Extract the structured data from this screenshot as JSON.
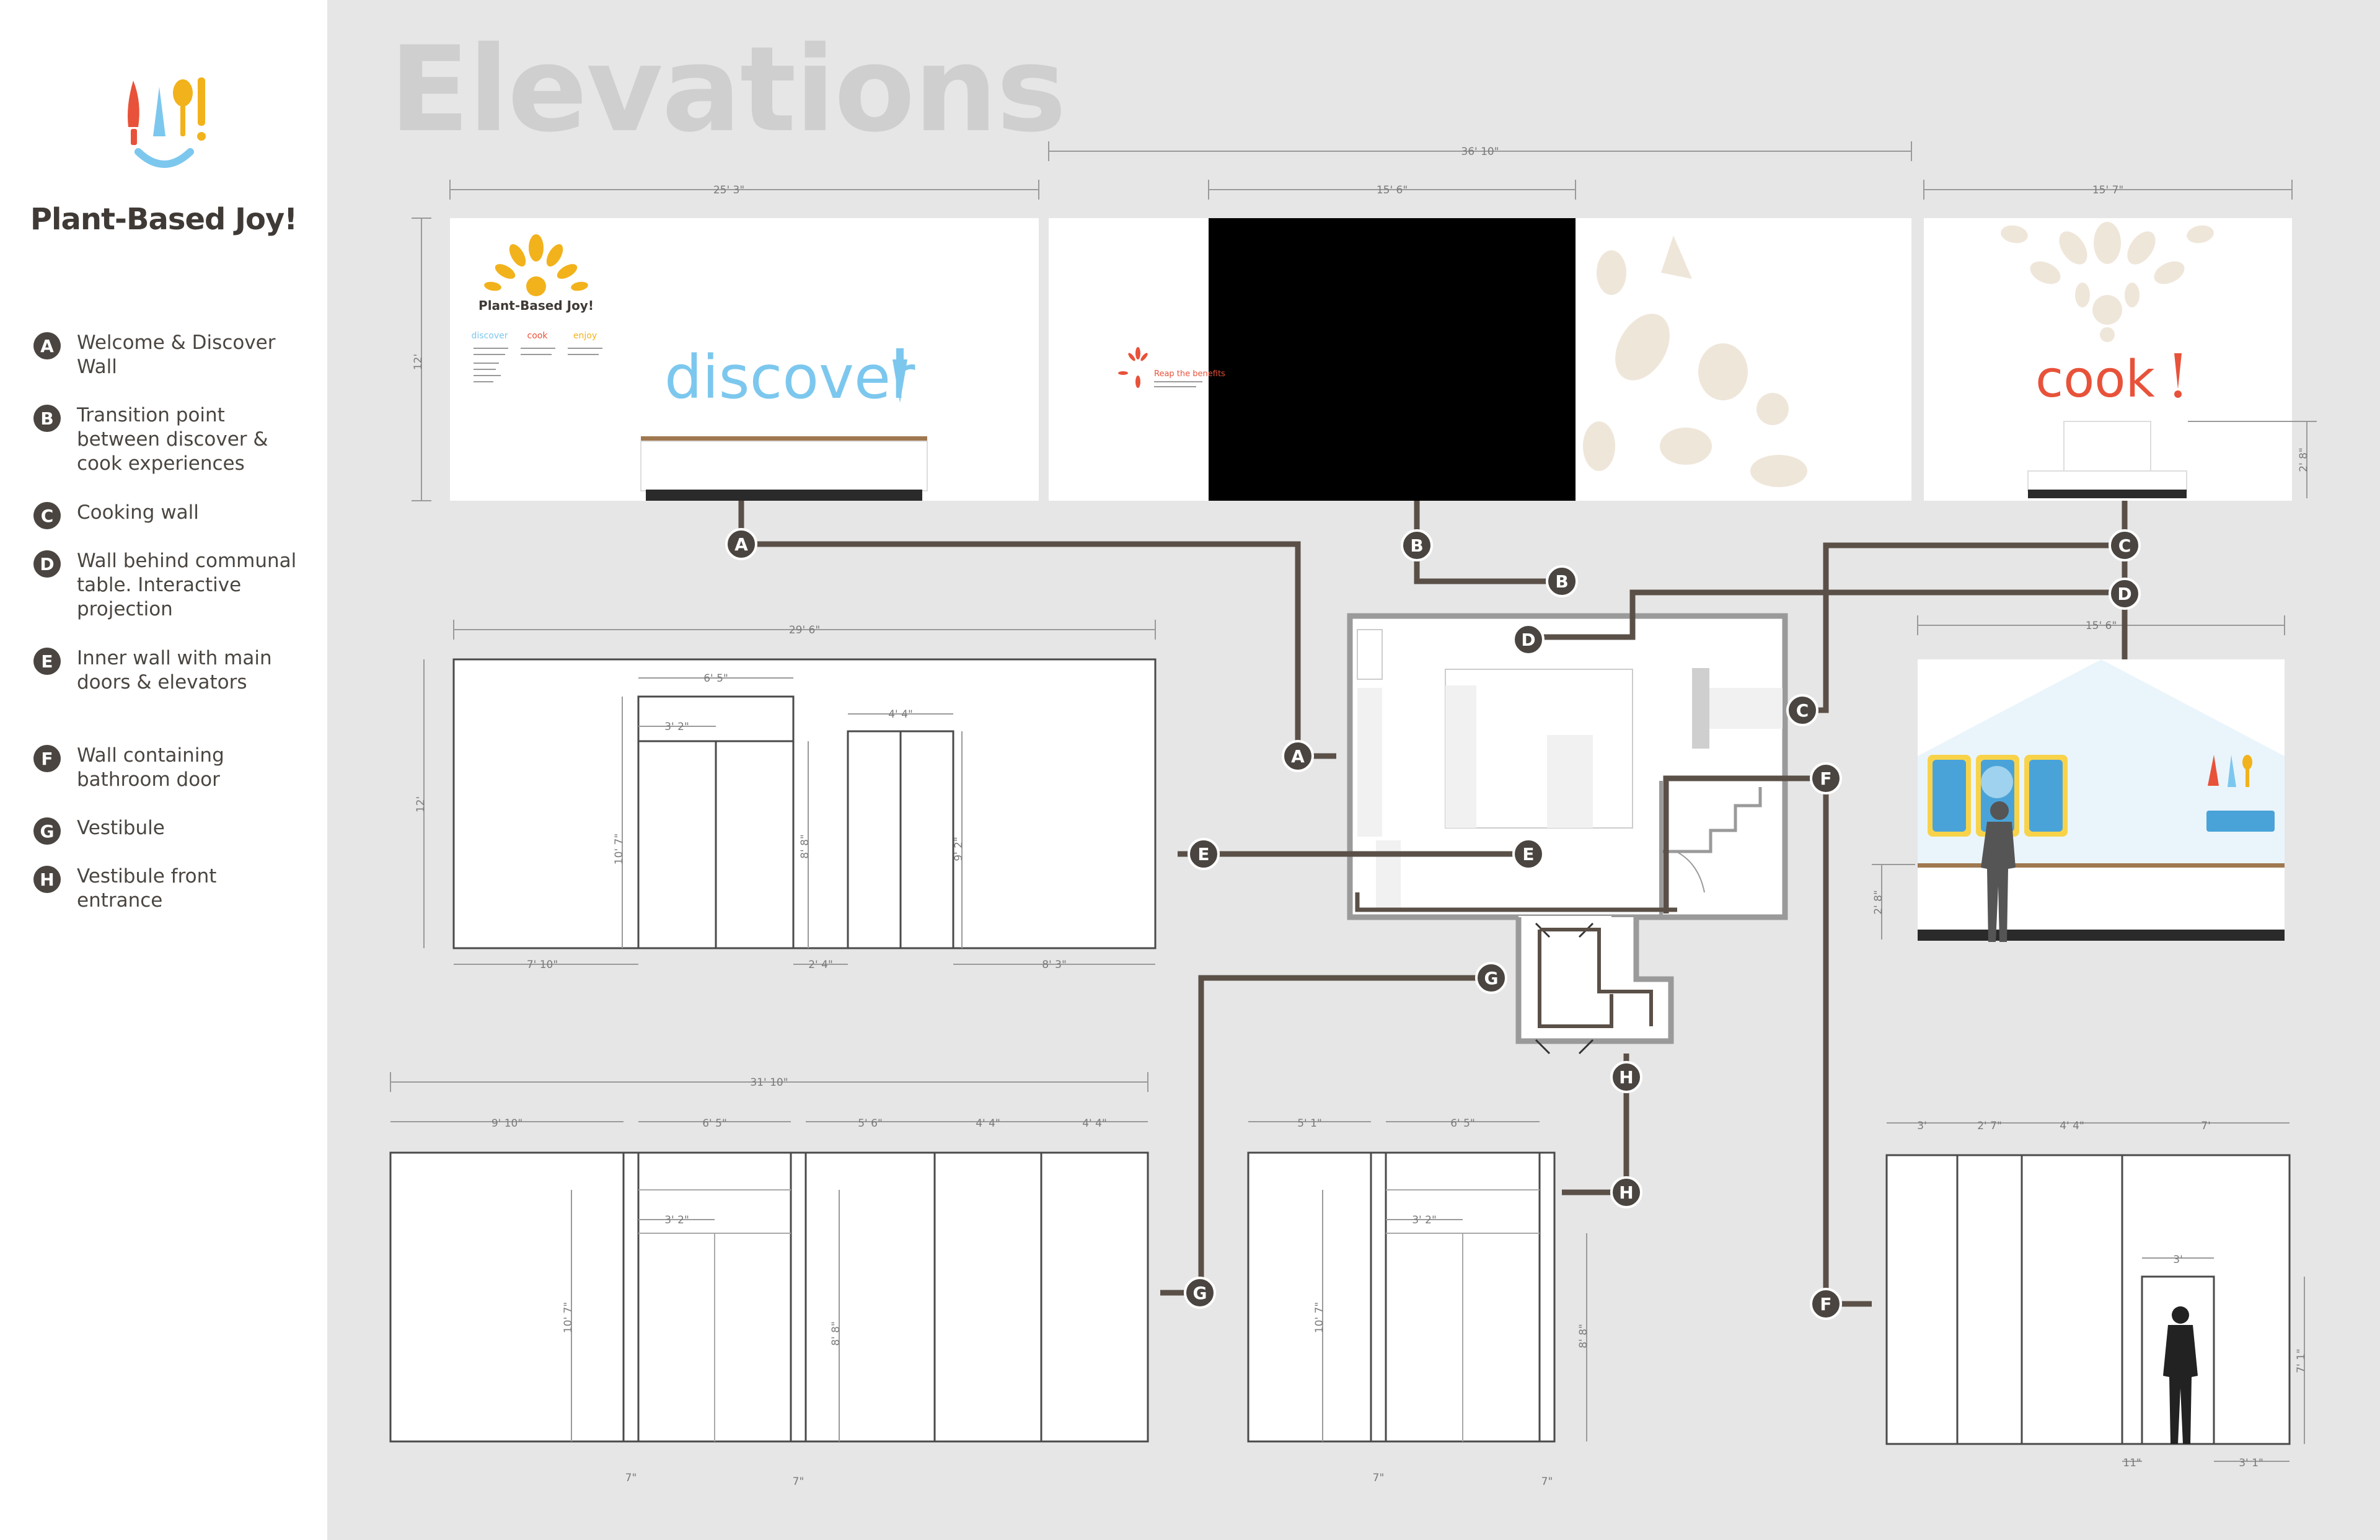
{
  "brand": {
    "title": "Plant-Based Joy!"
  },
  "page_title": "Elevations",
  "legend": [
    {
      "key": "A",
      "text": "Welcome & Discover Wall"
    },
    {
      "key": "B",
      "text": "Transition point between discover & cook experiences"
    },
    {
      "key": "C",
      "text": "Cooking wall"
    },
    {
      "key": "D",
      "text": "Wall behind communal table. Interactive projection"
    },
    {
      "key": "E",
      "text": "Inner wall with main doors & elevators"
    },
    {
      "key": "F",
      "text": "Wall containing bathroom door"
    },
    {
      "key": "G",
      "text": "Vestibule"
    },
    {
      "key": "H",
      "text": "Vestibule front entrance"
    }
  ],
  "panels": {
    "a": {
      "width": "25' 3\"",
      "height": "12'",
      "word": "discover",
      "mini_title": "Plant-Based Joy!",
      "words": [
        "discover",
        "cook",
        "enjoy"
      ]
    },
    "b": {
      "width": "36' 10\"",
      "inner": "15' 6\"",
      "tagline": "Reap the benefits"
    },
    "c": {
      "width": "15' 7\"",
      "height": "2' 8\"",
      "word": "cook"
    },
    "d": {
      "width": "15' 6\"",
      "height": "2' 8\""
    },
    "e": {
      "width": "29' 6\"",
      "height": "12'",
      "dims": [
        "6' 5\"",
        "3' 2\"",
        "4' 4\"",
        "10' 7\"",
        "8' 8\"",
        "9' 2\"",
        "7' 10\"",
        "2' 4\"",
        "8' 3\""
      ]
    },
    "g": {
      "width": "31' 10\"",
      "dims": [
        "9' 10\"",
        "6' 5\"",
        "5' 6\"",
        "4' 4\"",
        "4' 4\"",
        "3' 2\"",
        "10' 7\"",
        "8' 8\"",
        "7\"",
        "7\""
      ]
    },
    "h": {
      "dims": [
        "5' 1\"",
        "6' 5\"",
        "3' 2\"",
        "10' 7\"",
        "8' 8\"",
        "7\"",
        "7\""
      ]
    },
    "f": {
      "dims": [
        "3'",
        "2' 7\"",
        "4' 4\"",
        "7'",
        "3'",
        "7' 1\"",
        "11\"",
        "3' 1\""
      ]
    }
  },
  "colors": {
    "marker": "#4a4540",
    "connector": "#5a5048",
    "accent_blue": "#7cc7ee",
    "accent_red": "#e8523a",
    "accent_yellow": "#f2b21c",
    "wood": "#a07850"
  }
}
